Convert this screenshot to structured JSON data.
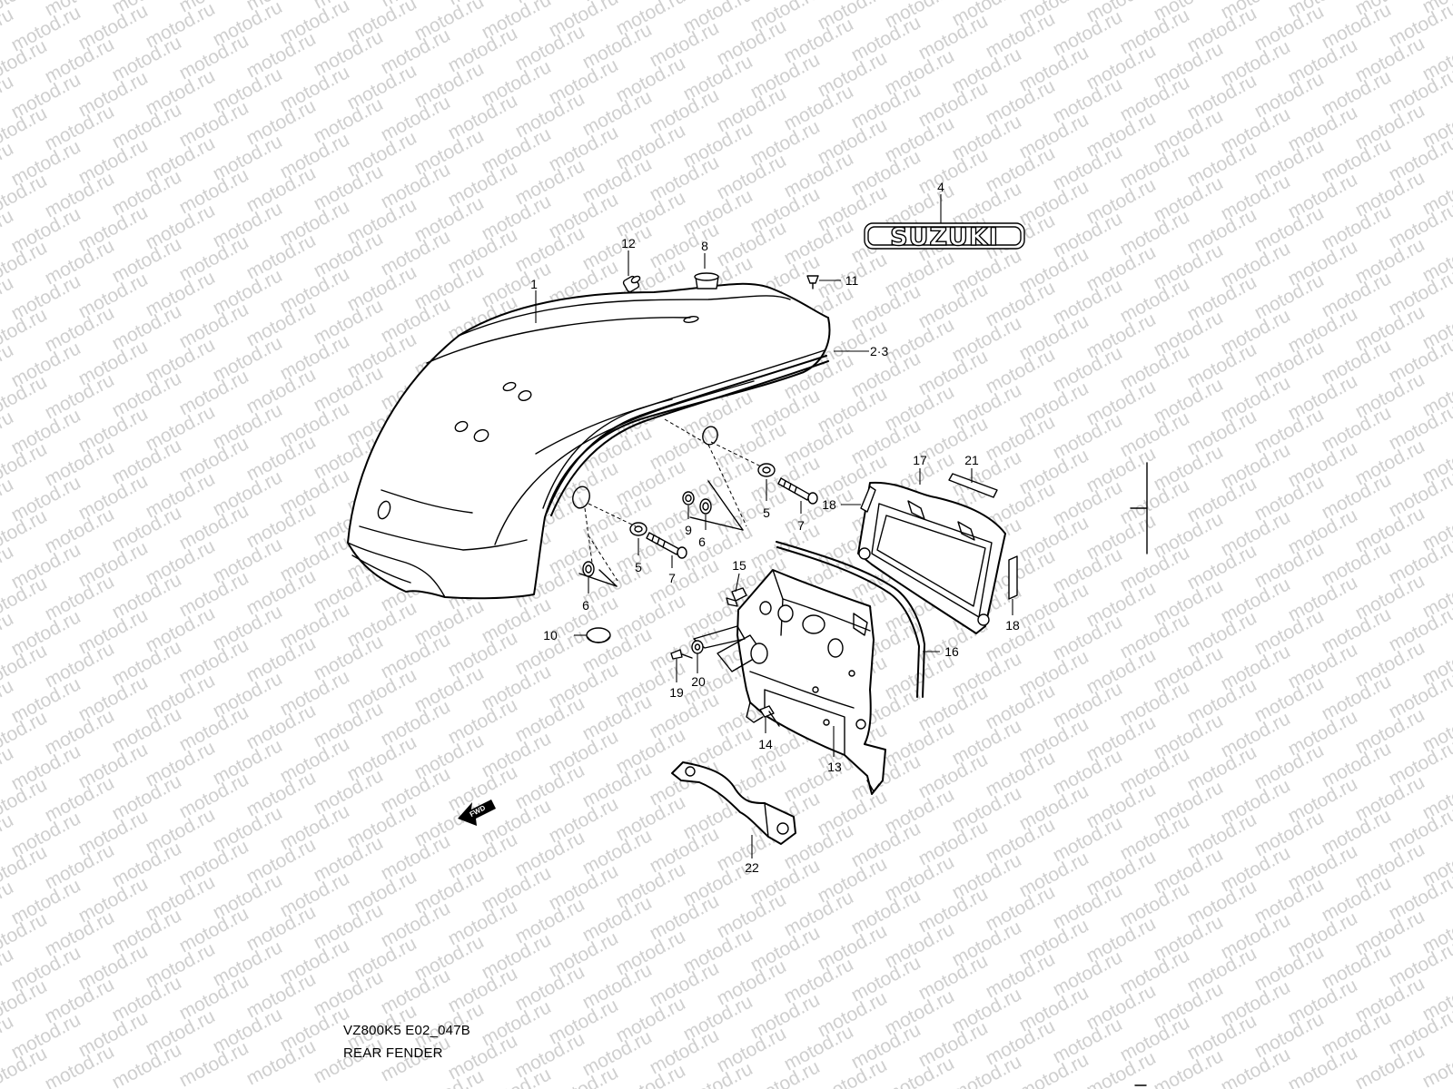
{
  "diagram": {
    "model_code": "VZ800K5 E02_047B",
    "section_title": "REAR FENDER",
    "watermark": "motod.ru",
    "logo_text": "SUZUKI",
    "direction_marker": "FWD",
    "callouts": {
      "c1": "1",
      "c23": "2·3",
      "c4": "4",
      "c5a": "5",
      "c5b": "5",
      "c6a": "6",
      "c6b": "6",
      "c7a": "7",
      "c7b": "7",
      "c8": "8",
      "c9": "9",
      "c10": "10",
      "c11": "11",
      "c12": "12",
      "c13": "13",
      "c14": "14",
      "c15": "15",
      "c16": "16",
      "c17": "17",
      "c18a": "18",
      "c18b": "18",
      "c19": "19",
      "c20": "20",
      "c21": "21",
      "c22": "22"
    }
  }
}
